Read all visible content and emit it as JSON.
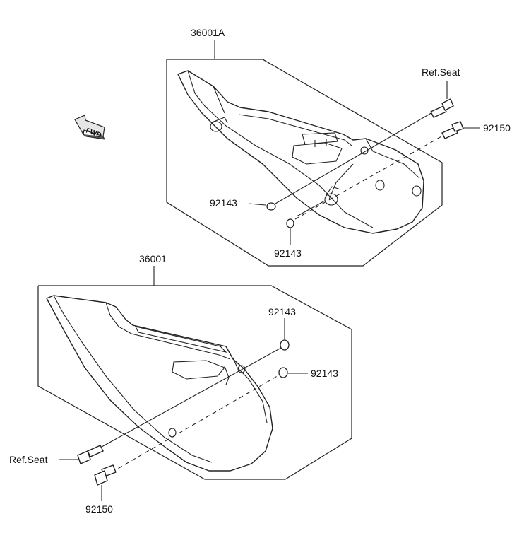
{
  "fwd_label": "FWD",
  "labels": {
    "upper_assembly": "36001A",
    "lower_assembly": "36001",
    "ref_seat_upper": "Ref.Seat",
    "ref_seat_lower": "Ref.Seat",
    "bolt_upper": "92150",
    "bolt_lower": "92150",
    "washer_upper_a": "92143",
    "washer_upper_b": "92143",
    "washer_lower_a": "92143",
    "washer_lower_b": "92143"
  }
}
